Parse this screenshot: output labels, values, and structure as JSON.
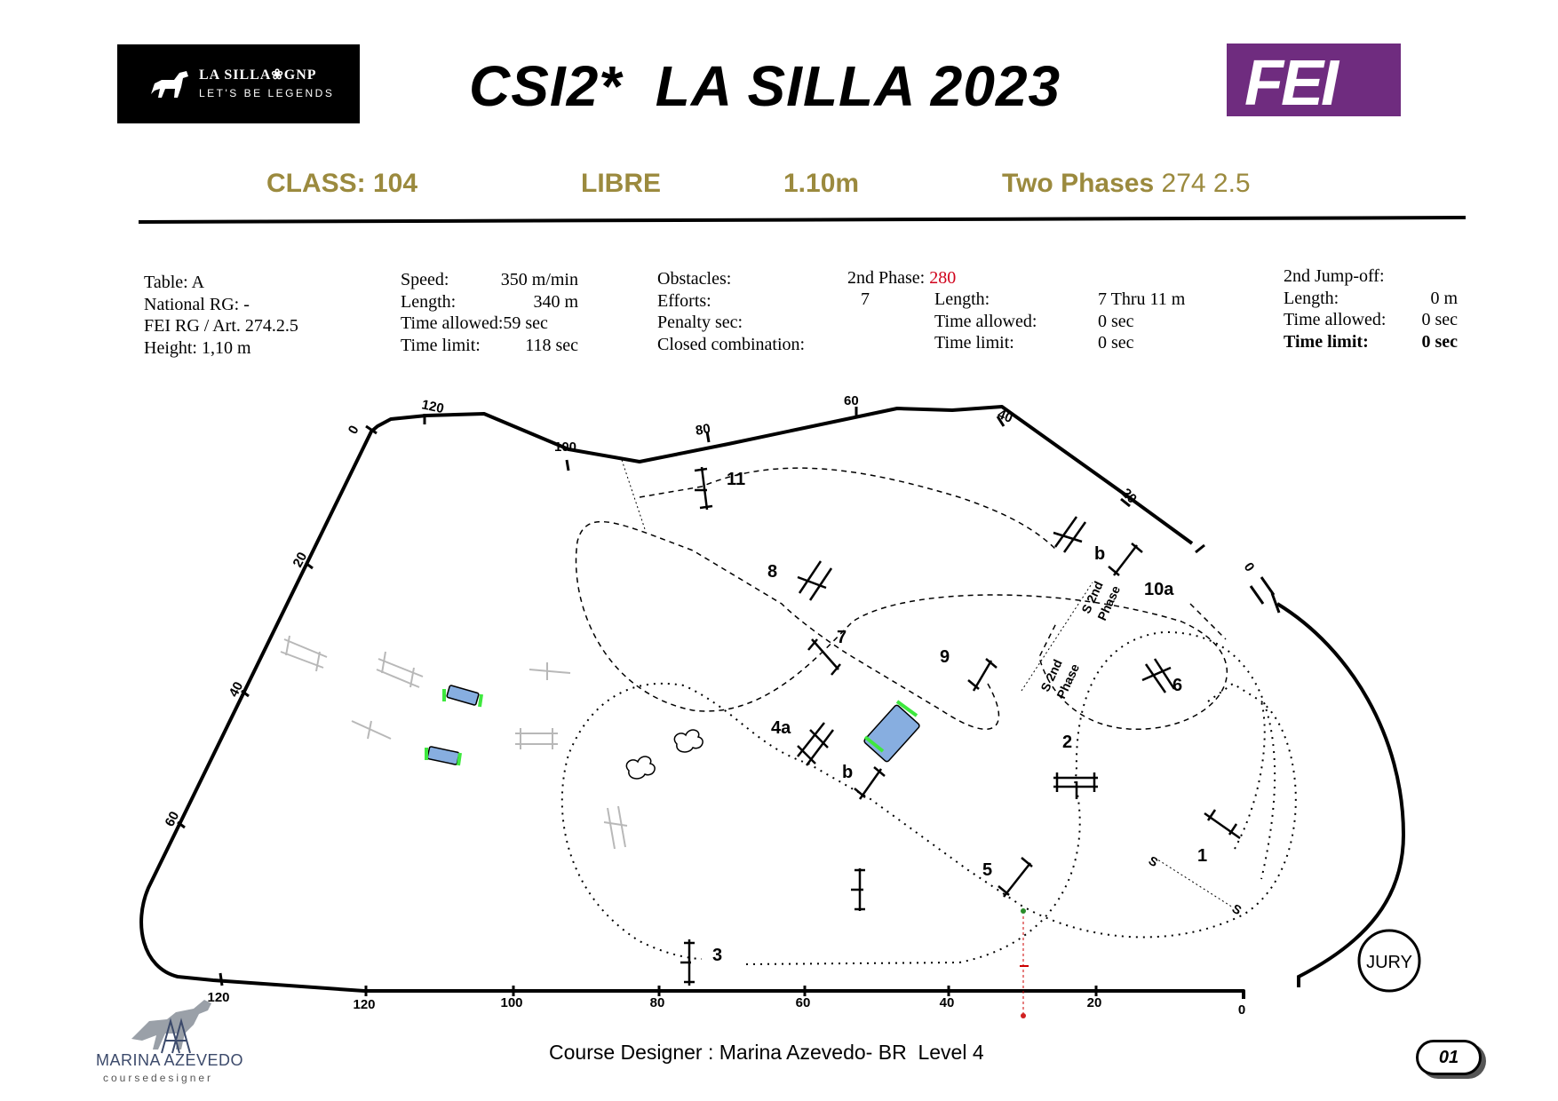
{
  "header": {
    "title": "CSI2*  LA SILLA 2023",
    "logo_left": {
      "brand": "LA SILLA❀GNP",
      "tagline": "LET'S BE LEGENDS"
    },
    "logo_right": {
      "text": "FEI"
    }
  },
  "class_line": {
    "class": "CLASS: 104",
    "type": "LIBRE",
    "height": "1.10m",
    "phases_label": "Two Phases",
    "phases_article": "274 2.5"
  },
  "info": {
    "col1": [
      "Table: A",
      "National RG: -",
      "FEI RG / Art. 274.2.5",
      "Height: 1,10 m"
    ],
    "col2": [
      {
        "label": "Speed:",
        "value": "350 m/min"
      },
      {
        "label": "Length:",
        "value": "340 m"
      },
      {
        "label": "Time allowed:",
        "value": "59 sec"
      },
      {
        "label": "Time limit:",
        "value": "118 sec"
      }
    ],
    "col3": {
      "obstacles": "Obstacles:",
      "efforts": "Efforts:",
      "penalty": "Penalty sec:",
      "closed": "Closed combination:"
    },
    "col4": {
      "phase_label": "2nd Phase:",
      "phase_value": "280",
      "efforts_value": "7",
      "length_label": "Length:",
      "length_value": "7 Thru 11 m",
      "time_allowed_label": "Time allowed:",
      "time_allowed_value": "0 sec",
      "time_limit_label": "Time limit:",
      "time_limit_value": "0 sec"
    },
    "col5": {
      "title": "2nd Jump-off:",
      "length_label": "Length:",
      "length_value": "0 m",
      "time_allowed_label": "Time allowed:",
      "time_allowed_value": "0 sec",
      "time_limit_label": "Time limit:",
      "time_limit_value": "0 sec"
    }
  },
  "map": {
    "fence_labels": [
      "1",
      "2",
      "3",
      "4a",
      "b",
      "5",
      "6",
      "7",
      "8",
      "9",
      "10a",
      "b",
      "11"
    ],
    "start_marks": [
      "S",
      "S"
    ],
    "phase_labels": [
      "S 2nd",
      "Phase",
      "S 2nd",
      "Phase"
    ],
    "jury": "JURY",
    "measure_top": [
      "0",
      "120",
      "100",
      "80",
      "60",
      "40",
      "20",
      "0"
    ],
    "measure_left": [
      "20",
      "40",
      "60"
    ],
    "measure_bottom": [
      "120",
      "120",
      "100",
      "80",
      "60",
      "40",
      "20",
      "0"
    ],
    "colors": {
      "obstacle": "#87aee0",
      "obstacle_edge": "#3ee83e",
      "track": "#000000"
    }
  },
  "footer": {
    "designer": "Course Designer : Marina Azevedo- BR  Level 4",
    "page": "01",
    "designer_logo_name": "MARINA AZEVEDO",
    "designer_logo_sub": "coursedesigner"
  }
}
